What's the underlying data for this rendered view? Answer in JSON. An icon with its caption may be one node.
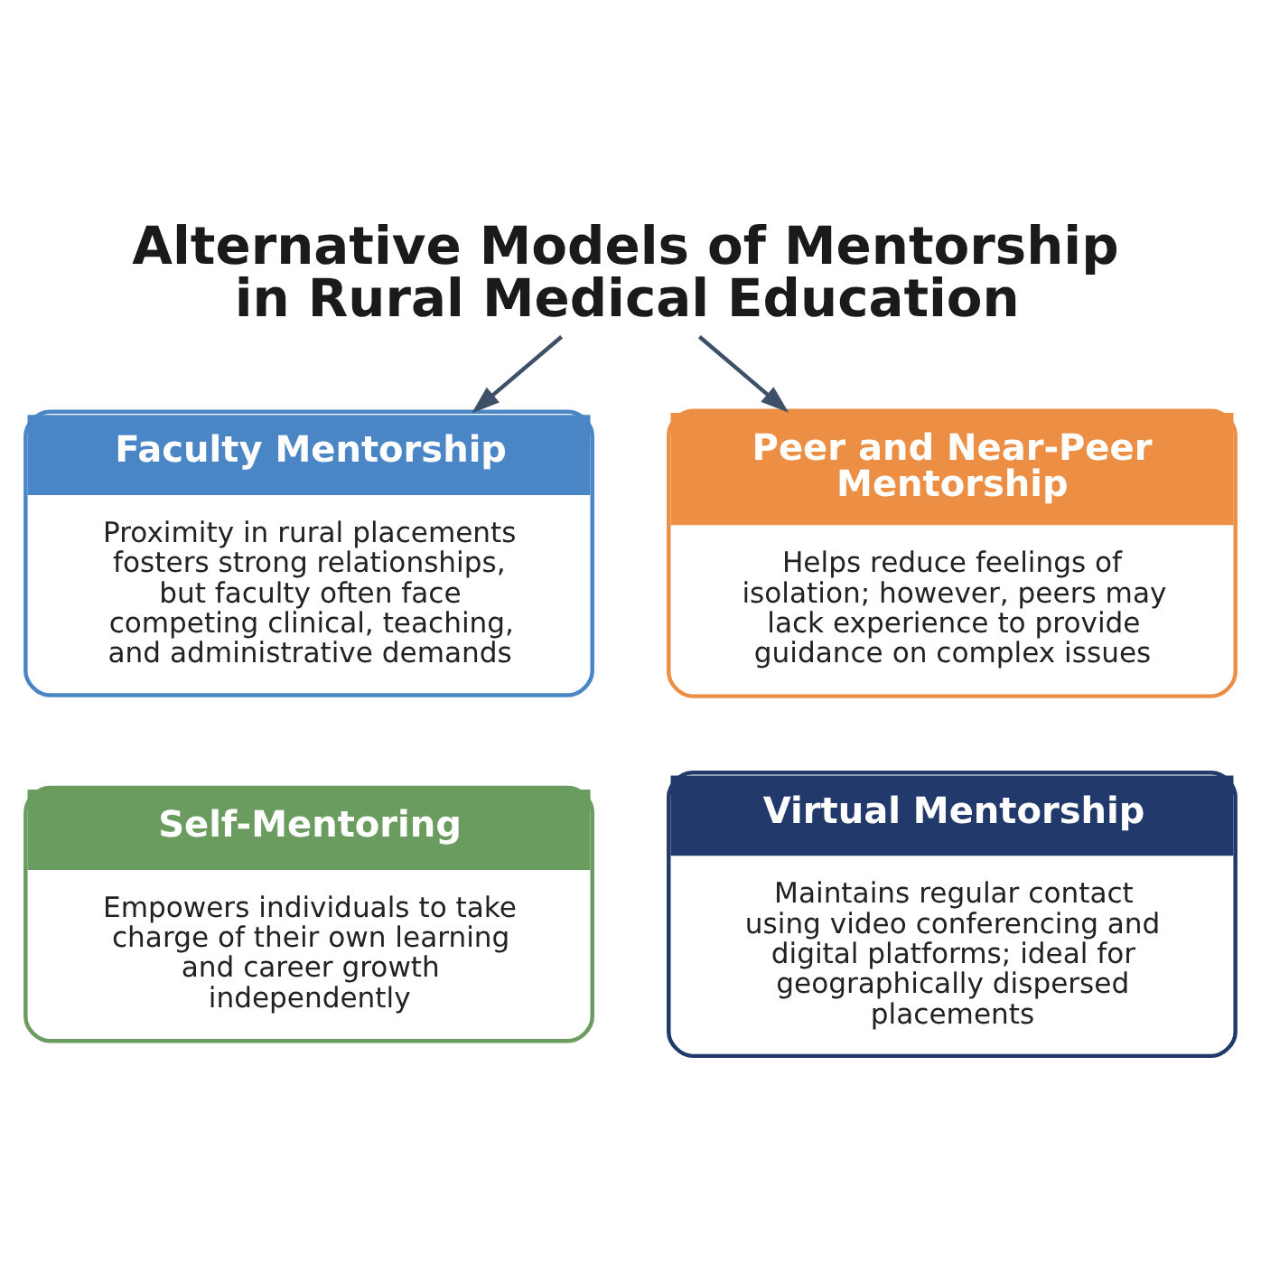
{
  "diagram": {
    "nodes": [
      {
        "text": [
          "Alternative Models of Mentorship in Rural Medical Education"
        ]
      },
      {
        "text": [
          "Faculty Mentorship",
          "Proximity in rural placements fosters strong relationships, but faculty often face competing clinical, teaching, and administrative demands"
        ]
      },
      {
        "text": [
          "Peer and Near-Peer Mentorship",
          "Helps reduce feelings of isolation; however, peers may lack experience to provide guidance on complex issues"
        ]
      },
      {
        "text": [
          "Self-Mentoring",
          "Empowers individuals to take charge of their own learning and career growth independently"
        ]
      },
      {
        "text": [
          "Virtual Mentorship",
          "Maintains regular contact using video conferencing and digital platforms; ideal for geographically dispersed placements"
        ]
      }
    ],
    "edges": [
      {
        "from": 0,
        "to": 1,
        "arrow": "to"
      },
      {
        "from": 0,
        "to": 2,
        "arrow": "to"
      }
    ]
  }
}
